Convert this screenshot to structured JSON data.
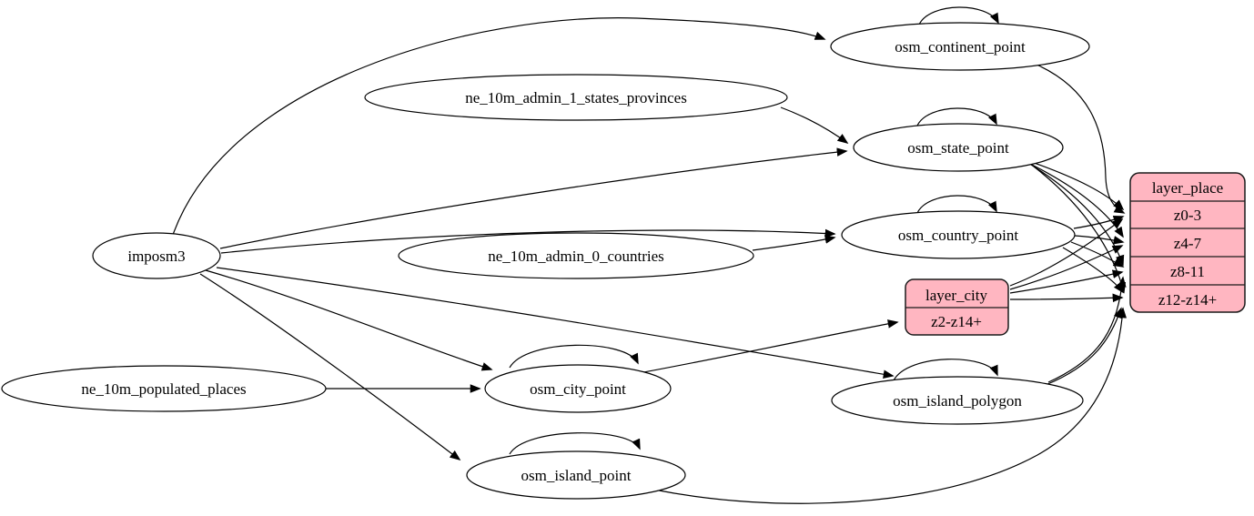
{
  "diagram": {
    "colors": {
      "background": "#ffffff",
      "table_node_fill": "#ffffff",
      "layer_node_fill": "#ffb6c1",
      "edge_color": "#000000"
    },
    "nodes": {
      "imposm3": {
        "label": "imposm3"
      },
      "ne_states": {
        "label": "ne_10m_admin_1_states_provinces"
      },
      "ne_countries": {
        "label": "ne_10m_admin_0_countries"
      },
      "ne_places": {
        "label": "ne_10m_populated_places"
      },
      "continent": {
        "label": "osm_continent_point"
      },
      "state": {
        "label": "osm_state_point"
      },
      "country": {
        "label": "osm_country_point"
      },
      "city": {
        "label": "osm_city_point"
      },
      "island_polygon": {
        "label": "osm_island_polygon"
      },
      "island_point": {
        "label": "osm_island_point"
      },
      "layer_city": {
        "title": "layer_city",
        "rows": [
          "z2-z14+"
        ]
      },
      "layer_place": {
        "title": "layer_place",
        "rows": [
          "z0-3",
          "z4-7",
          "z8-11",
          "z12-z14+"
        ]
      }
    },
    "edges": [
      {
        "from": "imposm3",
        "to": "osm_continent_point"
      },
      {
        "from": "imposm3",
        "to": "osm_state_point"
      },
      {
        "from": "imposm3",
        "to": "osm_country_point"
      },
      {
        "from": "imposm3",
        "to": "osm_city_point"
      },
      {
        "from": "imposm3",
        "to": "osm_island_polygon"
      },
      {
        "from": "imposm3",
        "to": "osm_island_point"
      },
      {
        "from": "ne_10m_admin_1_states_provinces",
        "to": "osm_state_point"
      },
      {
        "from": "ne_10m_admin_0_countries",
        "to": "osm_country_point"
      },
      {
        "from": "ne_10m_populated_places",
        "to": "osm_city_point"
      },
      {
        "from": "osm_continent_point",
        "to": "osm_continent_point"
      },
      {
        "from": "osm_state_point",
        "to": "osm_state_point"
      },
      {
        "from": "osm_country_point",
        "to": "osm_country_point"
      },
      {
        "from": "osm_city_point",
        "to": "osm_city_point"
      },
      {
        "from": "osm_island_polygon",
        "to": "osm_island_polygon"
      },
      {
        "from": "osm_island_point",
        "to": "osm_island_point"
      },
      {
        "from": "osm_continent_point",
        "to": "layer_place:z0-3"
      },
      {
        "from": "osm_state_point",
        "to": "layer_place:z0-3"
      },
      {
        "from": "osm_state_point",
        "to": "layer_place:z4-7"
      },
      {
        "from": "osm_state_point",
        "to": "layer_place:z8-11"
      },
      {
        "from": "osm_state_point",
        "to": "layer_place:z12-z14+"
      },
      {
        "from": "osm_country_point",
        "to": "layer_place:z0-3"
      },
      {
        "from": "osm_country_point",
        "to": "layer_place:z4-7"
      },
      {
        "from": "osm_country_point",
        "to": "layer_place:z8-11"
      },
      {
        "from": "osm_country_point",
        "to": "layer_place:z12-z14+"
      },
      {
        "from": "osm_city_point",
        "to": "layer_city:z2-z14+"
      },
      {
        "from": "layer_city",
        "to": "layer_place:z0-3"
      },
      {
        "from": "layer_city",
        "to": "layer_place:z4-7"
      },
      {
        "from": "layer_city",
        "to": "layer_place:z8-11"
      },
      {
        "from": "layer_city",
        "to": "layer_place:z12-z14+"
      },
      {
        "from": "osm_island_polygon",
        "to": "layer_place:z8-11"
      },
      {
        "from": "osm_island_polygon",
        "to": "layer_place:z12-z14+"
      },
      {
        "from": "osm_island_point",
        "to": "layer_place:z12-z14+"
      }
    ]
  }
}
